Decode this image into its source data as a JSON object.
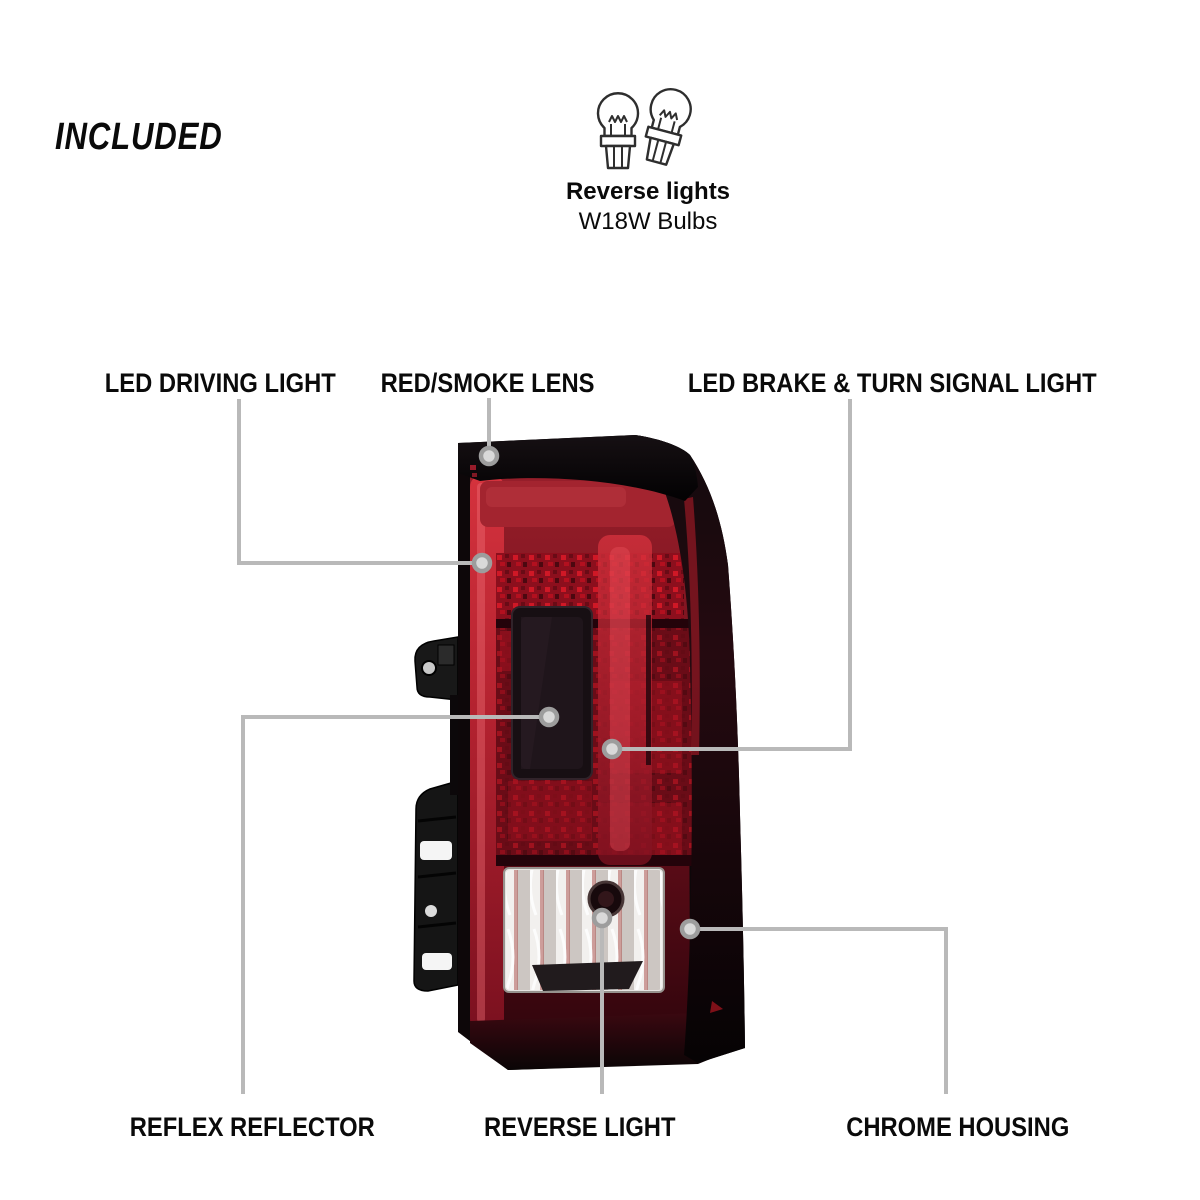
{
  "theme": {
    "background": "#ffffff",
    "label_color": "#0a0a0a",
    "callout_line_color": "#b9b9b9",
    "callout_ring_color": "#9d9d9d",
    "callout_dot_fill": "#d9d9d9",
    "lens_red": "#8e1c26",
    "housing_black": "#0d0709"
  },
  "included_badge": {
    "text": "INCLUDED"
  },
  "included_item": {
    "icon": "light-bulb-icon",
    "title": "Reverse lights",
    "subtitle": "W18W Bulbs"
  },
  "callouts": {
    "top": [
      {
        "label": "LED DRIVING LIGHT"
      },
      {
        "label": "RED/SMOKE LENS"
      },
      {
        "label": "LED BRAKE & TURN SIGNAL LIGHT"
      }
    ],
    "bottom": [
      {
        "label": "REFLEX REFLECTOR"
      },
      {
        "label": "REVERSE LIGHT"
      },
      {
        "label": "CHROME HOUSING"
      }
    ]
  }
}
